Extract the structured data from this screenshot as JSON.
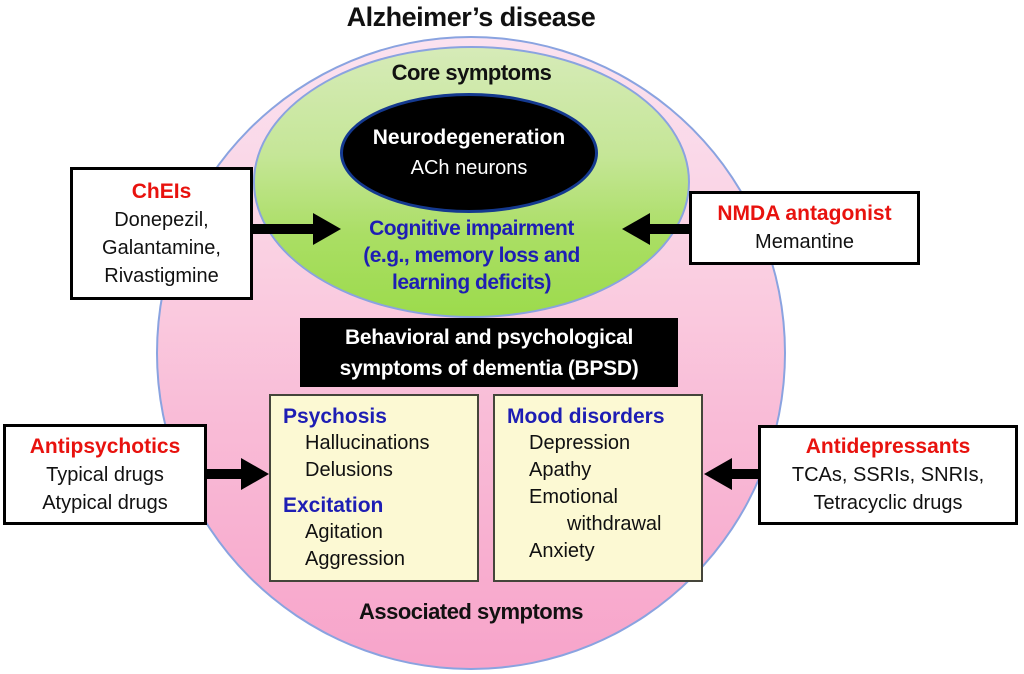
{
  "title": "Alzheimer’s disease",
  "colors": {
    "drug_title_red": "#e8120e",
    "symptom_heading_blue": "#1e1eb4",
    "core_green_top": "#d6ebb8",
    "core_green_bottom": "#9cdb4c",
    "associated_pink_top": "#fbe2f0",
    "associated_pink_bottom": "#f7a4ca",
    "symptom_box_yellow": "#fcf9d3",
    "ellipse_border_blue": "#8aa3e0",
    "banner_black": "#000000"
  },
  "core": {
    "label": "Core symptoms",
    "neuro_title": "Neurodegeneration",
    "neuro_sub": "ACh neurons",
    "cog1": "Cognitive impairment",
    "cog2": "(e.g., memory loss and",
    "cog3": "learning deficits)"
  },
  "bpsd": {
    "line1": "Behavioral and psychological",
    "line2": "symptoms of dementia (BPSD)"
  },
  "associated": "Associated symptoms",
  "drugs": {
    "cheis": {
      "title": "ChEIs",
      "lines": [
        "Donepezil,",
        "Galantamine,",
        "Rivastigmine"
      ]
    },
    "nmda": {
      "title": "NMDA antagonist",
      "lines": [
        "Memantine"
      ]
    },
    "antipsychotics": {
      "title": "Antipsychotics",
      "lines": [
        "Typical drugs",
        "Atypical drugs"
      ]
    },
    "antidepressants": {
      "title": "Antidepressants",
      "lines": [
        "TCAs, SSRIs, SNRIs,",
        "Tetracyclic drugs"
      ]
    }
  },
  "symptoms": {
    "left": {
      "sections": [
        {
          "heading": "Psychosis",
          "items": [
            "Hallucinations",
            "Delusions"
          ]
        },
        {
          "heading": "Excitation",
          "items": [
            "Agitation",
            "Aggression"
          ]
        }
      ]
    },
    "right": {
      "heading": "Mood disorders",
      "items": [
        "Depression",
        "Apathy",
        "Emotional",
        "withdrawal",
        "Anxiety"
      ]
    }
  }
}
